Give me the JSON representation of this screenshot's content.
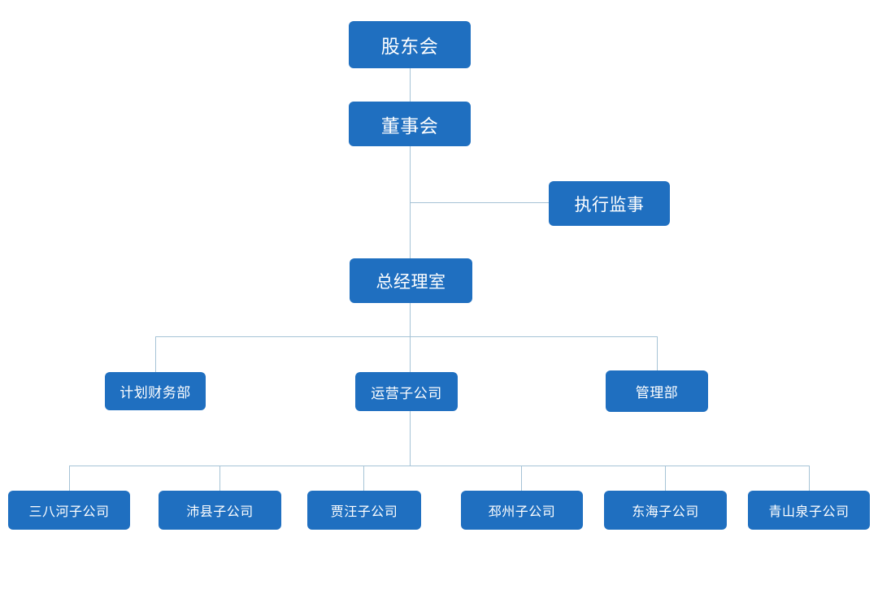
{
  "diagram": {
    "type": "organization-chart",
    "title": "",
    "colors": {
      "node_fill": "#1f6fc0",
      "node_text": "#ffffff",
      "connector": "#a6c3d6",
      "background": "#ffffff"
    },
    "nodes": {
      "shareholders_meeting": "股东会",
      "board_of_directors": "董事会",
      "executive_supervisor": "执行监事",
      "general_manager_office": "总经理室",
      "planning_finance_dept": "计划财务部",
      "operating_subsidiary": "运营子公司",
      "management_dept": "管理部",
      "sub_sanbahe": "三八河子公司",
      "sub_peixian": "沛县子公司",
      "sub_jiawang": "贾汪子公司",
      "sub_pizhou": "邳州子公司",
      "sub_donghai": "东海子公司",
      "sub_qingshanquan": "青山泉子公司"
    },
    "levels": [
      {
        "level": 1,
        "items": [
          "股东会"
        ]
      },
      {
        "level": 2,
        "items": [
          "董事会"
        ]
      },
      {
        "level": 3,
        "items": [
          "执行监事"
        ]
      },
      {
        "level": 4,
        "items": [
          "总经理室"
        ]
      },
      {
        "level": 5,
        "items": [
          "计划财务部",
          "运营子公司",
          "管理部"
        ]
      },
      {
        "level": 6,
        "items": [
          "三八河子公司",
          "沛县子公司",
          "贾汪子公司",
          "邳州子公司",
          "东海子公司",
          "青山泉子公司"
        ]
      }
    ]
  }
}
